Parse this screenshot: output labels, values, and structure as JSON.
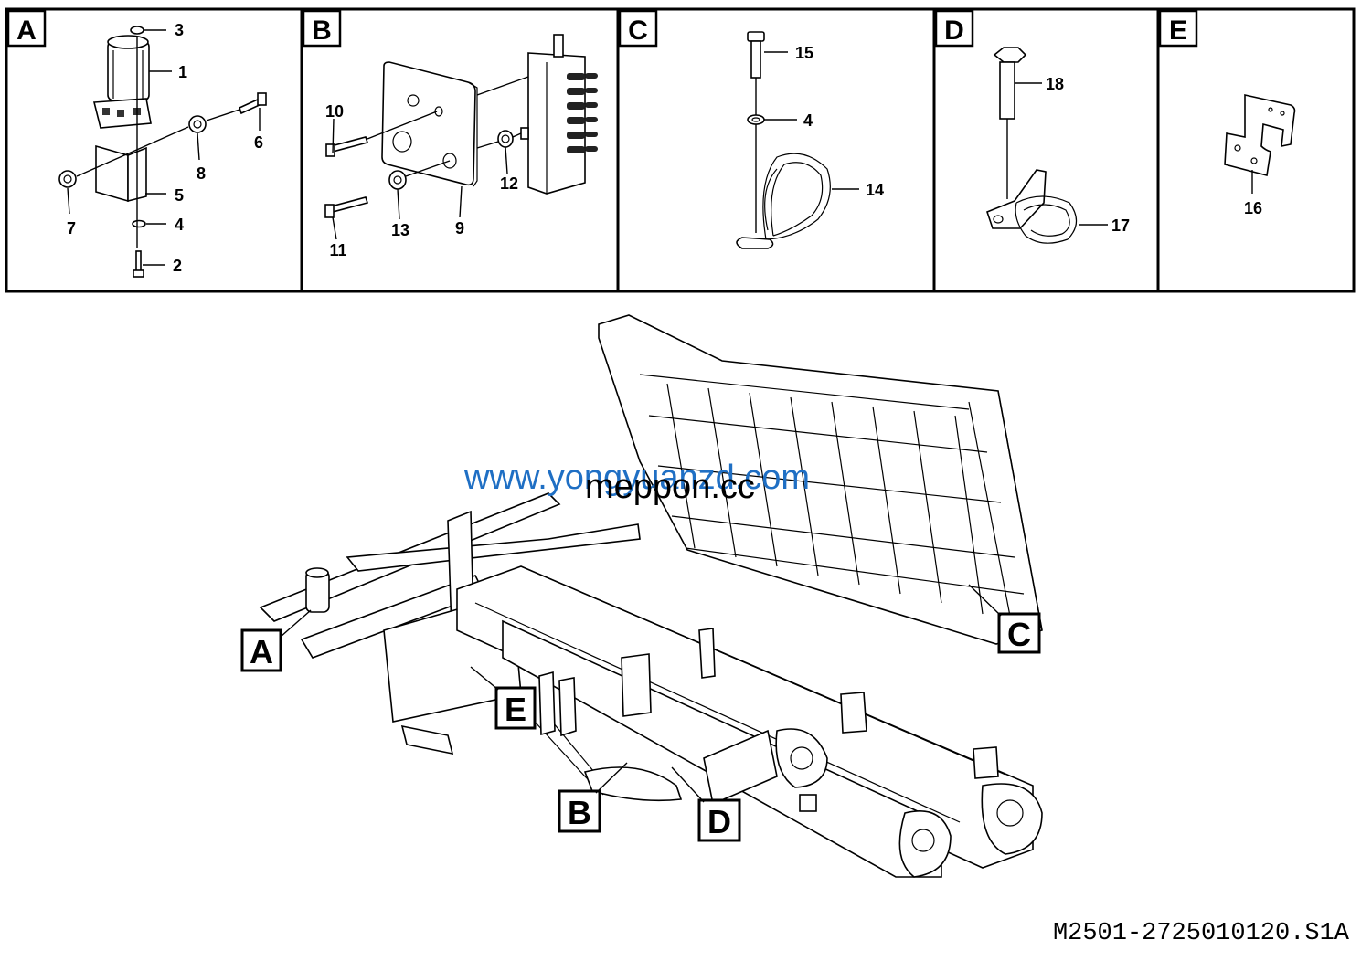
{
  "panels": [
    {
      "letter": "A",
      "labels": [
        "3",
        "1",
        "6",
        "8",
        "5",
        "4",
        "7",
        "2"
      ]
    },
    {
      "letter": "B",
      "labels": [
        "10",
        "12",
        "11",
        "13",
        "9"
      ]
    },
    {
      "letter": "C",
      "labels": [
        "15",
        "4",
        "14"
      ]
    },
    {
      "letter": "D",
      "labels": [
        "18",
        "17"
      ]
    },
    {
      "letter": "E",
      "labels": [
        "16"
      ]
    }
  ],
  "callouts": [
    "A",
    "E",
    "B",
    "D",
    "C"
  ],
  "watermarks": [
    "www.yongyuanzd.com",
    "meppon.cc"
  ],
  "drawing_code": "M2501-2725010120.S1A"
}
